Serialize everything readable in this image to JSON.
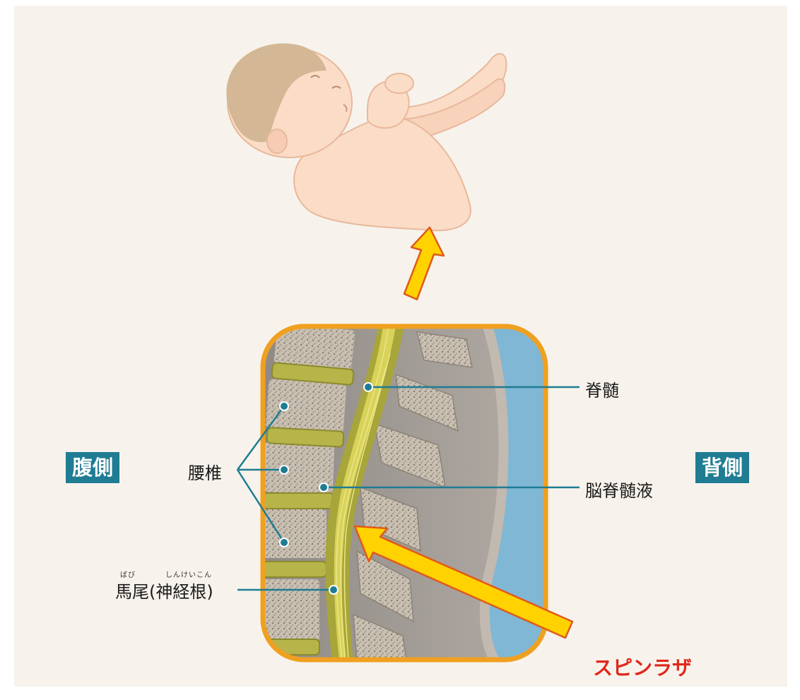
{
  "labels": {
    "ventral": "腹側",
    "dorsal": "背側",
    "lumbar_vertebrae": "腰椎",
    "spinal_cord": "脊髄",
    "csf": "脳脊髄液",
    "cauda_equina": "馬尾(神経根)",
    "cauda_ruby_1": "ばび",
    "cauda_ruby_2": "しんけいこん",
    "drug_name": "スピンラザ"
  },
  "colors": {
    "background": "#f7f3ec",
    "accent_teal": "#1f7c93",
    "arrow_yellow": "#ffd200",
    "arrow_outline": "#e05a1a",
    "frame_orange": "#f0a020",
    "drug_red": "#e0281a",
    "skin": "#fbdcc6",
    "hair": "#d4b896"
  }
}
